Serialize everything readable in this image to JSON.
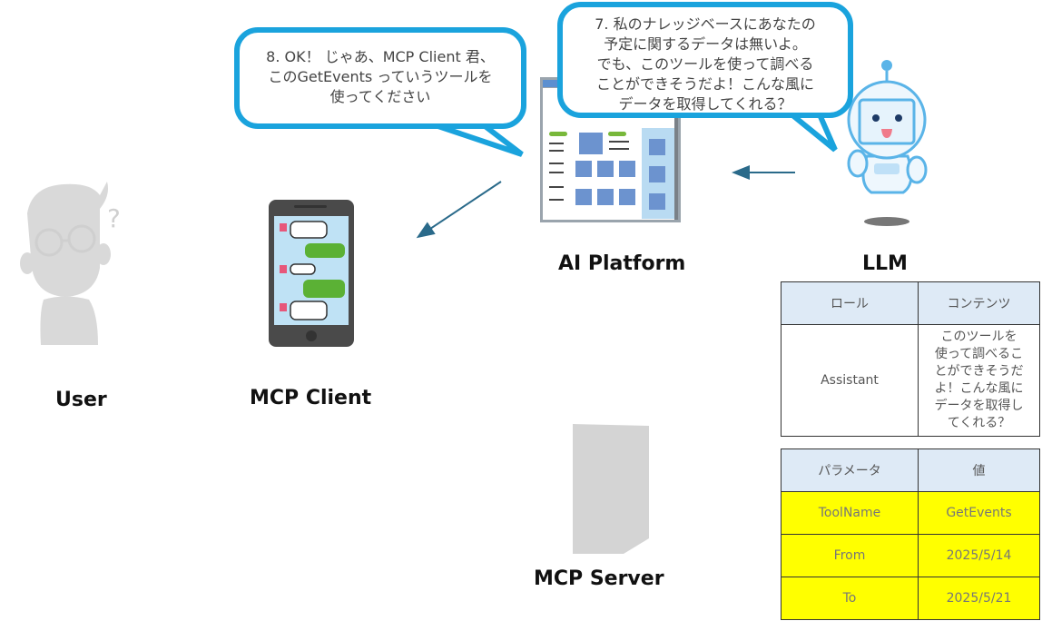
{
  "actors": {
    "user": "User",
    "mcp_client": "MCP Client",
    "ai_platform": "AI Platform",
    "llm": "LLM",
    "mcp_server": "MCP Server"
  },
  "bubbles": {
    "llm_message": "7. 私のナレッジベースにあなたの\n予定に関するデータは無いよ。\nでも、このツールを使って調べる\nことができそうだよ！こんな風に\nデータを取得してくれる？",
    "platform_message": "8. OK！ じゃあ、MCP Client 君、\nこのGetEvents っていうツールを\n使ってください"
  },
  "message_table": {
    "headers": [
      "ロール",
      "コンテンツ"
    ],
    "rows": [
      {
        "role": "Assistant",
        "content": "このツールを\n使って調べるこ\nとができそうだ\nよ！こんな風に\nデータを取得し\nてくれる？"
      }
    ]
  },
  "param_table": {
    "headers": [
      "パラメータ",
      "値"
    ],
    "rows": [
      {
        "name": "ToolName",
        "value": "GetEvents"
      },
      {
        "name": "From",
        "value": "2025/5/14"
      },
      {
        "name": "To",
        "value": "2025/5/21"
      }
    ]
  },
  "colors": {
    "bubble_border": "#1aa3dd",
    "arrow": "#2a6a8a",
    "table_header": "#deeaf6",
    "param_highlight": "#ffff00",
    "inactive_gray": "#d4d4d4"
  }
}
